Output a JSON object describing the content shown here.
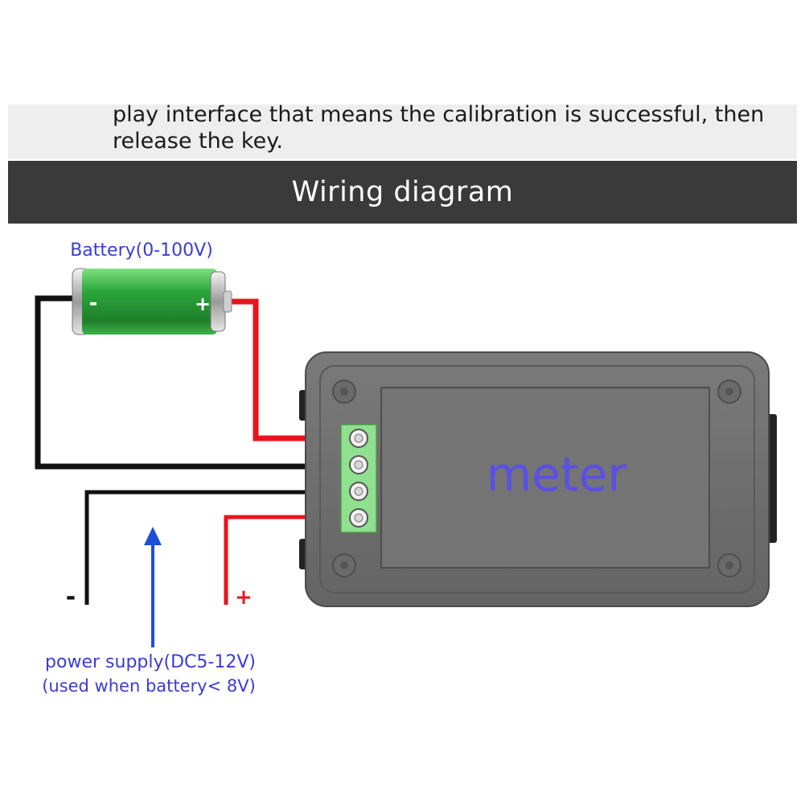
{
  "header": {
    "text_line1": "play interface that means the calibration is successful, then",
    "text_line2": "release the key.",
    "title": "Wiring diagram"
  },
  "diagram": {
    "battery_label": "Battery(0-100V)",
    "battery_minus": "-",
    "battery_plus": "+",
    "meter_label": "meter",
    "supply_minus": "-",
    "supply_plus": "+",
    "power_supply_line1": "power supply(DC5-12V)",
    "power_supply_line2": "(used when battery< 8V)"
  },
  "colors": {
    "label_blue": "#3b3bd6",
    "meter_text": "#5a4fe6",
    "wire_red": "#e8141c",
    "wire_black": "#111111",
    "battery_green": "#2aa53a",
    "meter_body": "#6e6e6e",
    "terminal_green": "#8fe08f",
    "arrow_blue": "#1a4fd6",
    "title_bar": "#3a3a3a"
  }
}
